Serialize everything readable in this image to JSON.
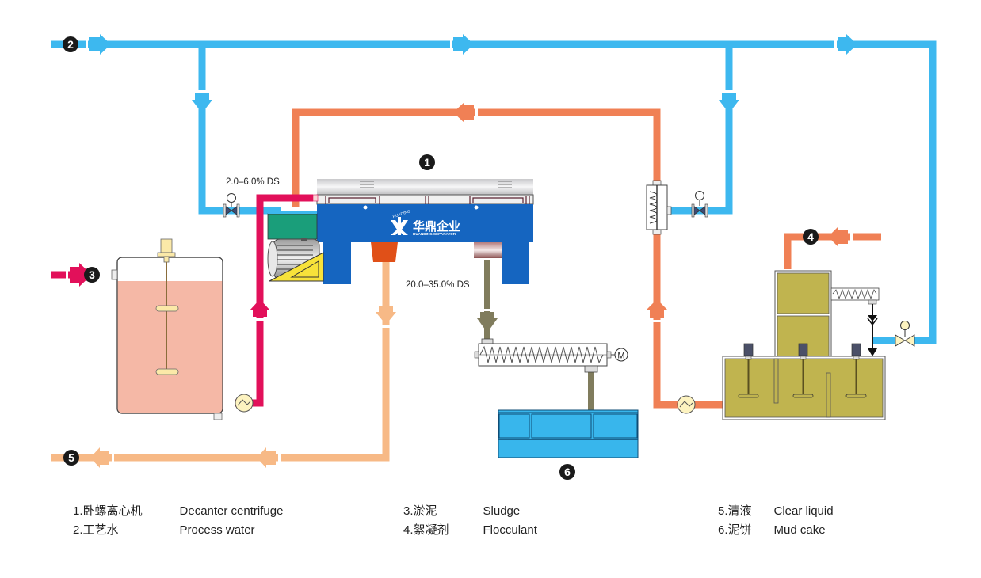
{
  "diagram": {
    "title": "Decanter centrifuge sludge dewatering process",
    "colors": {
      "process_water": "#3db8ef",
      "sludge": "#e2105a",
      "flocculant": "#f08055",
      "clear_liquid": "#f7b986",
      "mud_cake": "#807c5d",
      "decanter_body": "#1565c0",
      "sludge_tank_fill": "#f5b8a6",
      "floc_tank_fill": "#c0b44f",
      "mud_cake_bin": "#38b6ec",
      "motor_green": "#1a9e7a",
      "solids_outlet": "#e05018",
      "badge": "#1a1a1a"
    },
    "badges": [
      {
        "id": "1",
        "label": "1"
      },
      {
        "id": "2",
        "label": "2"
      },
      {
        "id": "3",
        "label": "3"
      },
      {
        "id": "4",
        "label": "4"
      },
      {
        "id": "5",
        "label": "5"
      },
      {
        "id": "6",
        "label": "6"
      }
    ],
    "annotations": {
      "feed_ds": "2.0–6.0% DS",
      "cake_ds": "20.0–35.0% DS"
    },
    "brand": {
      "name_cn": "华鼎企业",
      "name_en": "HUANDING SEPARATOR",
      "arc_text": "HUADING"
    },
    "motor_symbol": "M",
    "icons": [
      "pump-icon",
      "valve-icon",
      "flowmeter-icon",
      "screw-conveyor-icon",
      "agitator-icon",
      "mixer-icon",
      "arrow-icon"
    ]
  },
  "legend": {
    "columns": [
      [
        {
          "num": "1.",
          "cn": "卧螺离心机",
          "en": "Decanter centrifuge"
        },
        {
          "num": "2.",
          "cn": "工艺水",
          "en": "Process water"
        }
      ],
      [
        {
          "num": "3.",
          "cn": "淤泥",
          "en": "Sludge"
        },
        {
          "num": "4.",
          "cn": "絮凝剂",
          "en": "Flocculant"
        }
      ],
      [
        {
          "num": "5.",
          "cn": "清液",
          "en": "Clear liquid"
        },
        {
          "num": "6.",
          "cn": "泥饼",
          "en": "Mud cake"
        }
      ]
    ]
  }
}
